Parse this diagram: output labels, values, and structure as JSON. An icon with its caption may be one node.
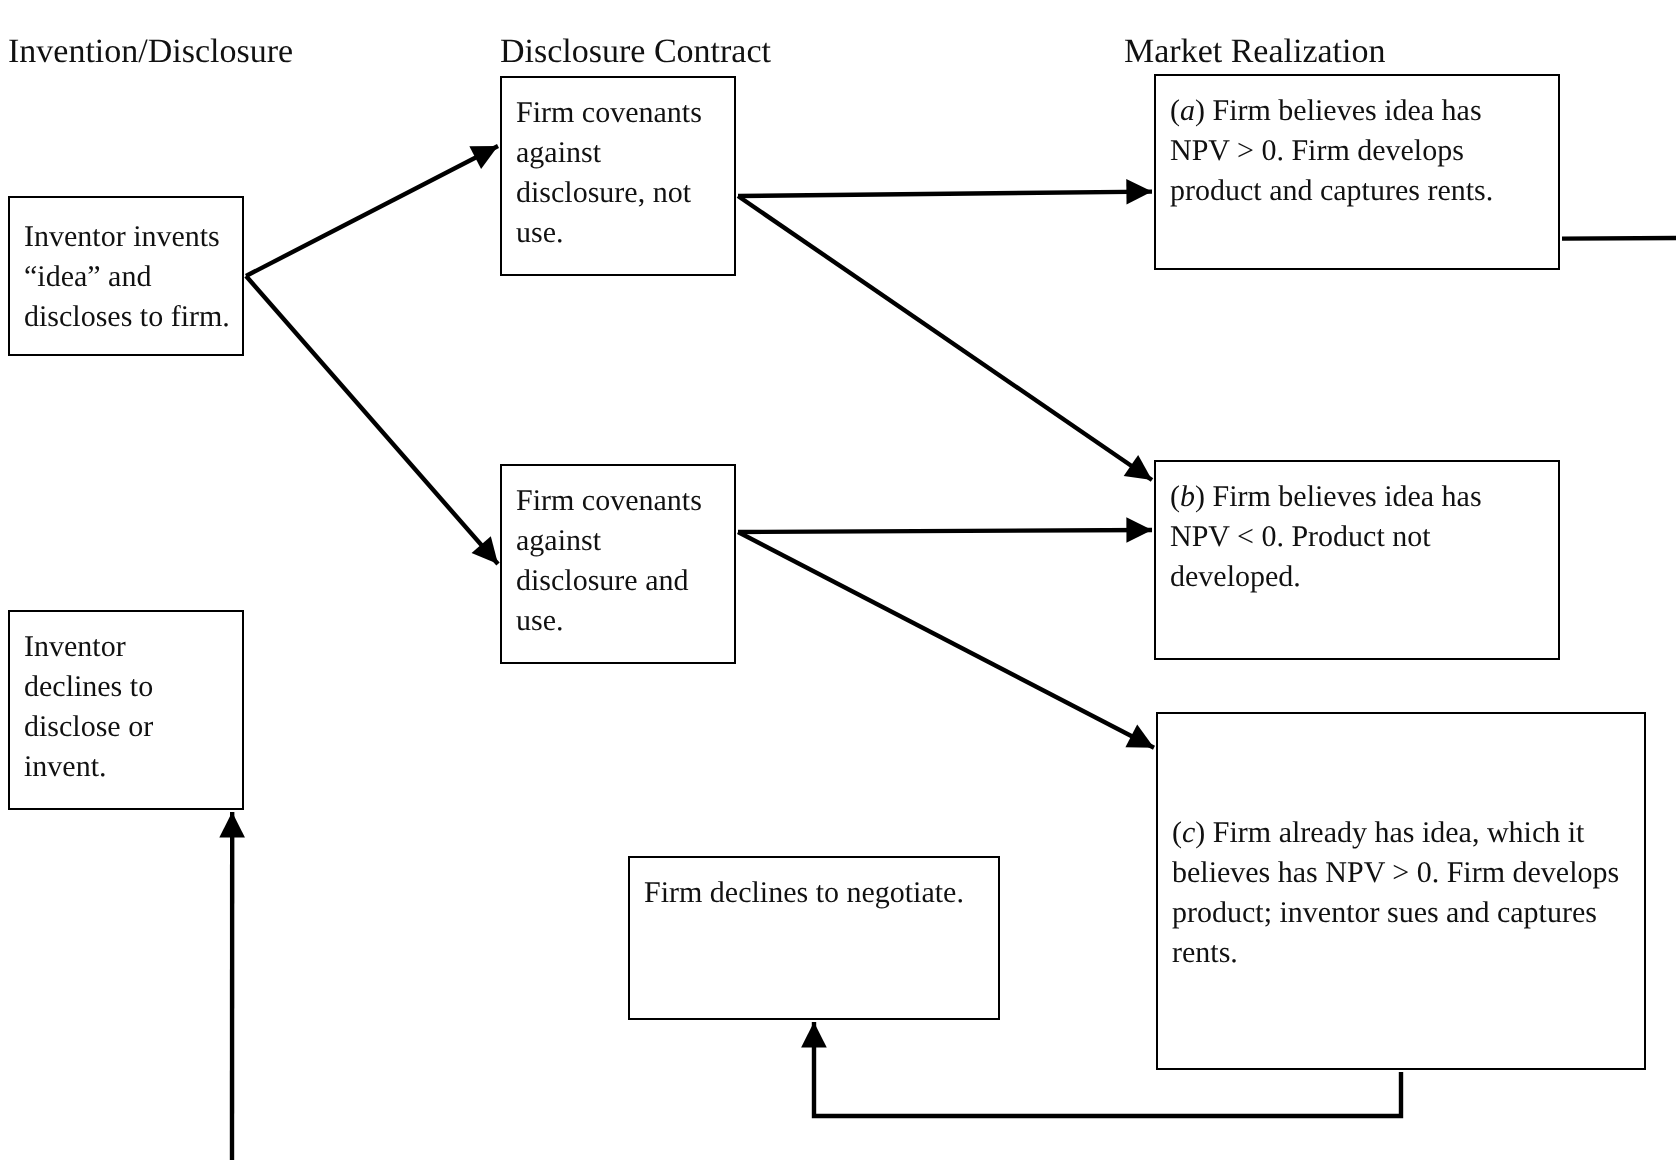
{
  "diagram": {
    "nodes": [
      {
        "text": [
          "Inventor invents “idea” and discloses to firm."
        ]
      },
      {
        "text": [
          "Inventor declines to disclose or invent."
        ]
      },
      {
        "text": [
          "Firm covenants against disclosure, not use."
        ]
      },
      {
        "text": [
          "Firm covenants against disclosure and use."
        ]
      },
      {
        "text": [
          "Firm declines to negotiate."
        ]
      },
      {
        "text": [
          "(*a*) Firm believes idea has NPV > 0.  Firm develops product and captures rents."
        ]
      },
      {
        "text": [
          "(*b*) Firm believes idea has NPV < 0.  Product not developed."
        ]
      },
      {
        "text": [
          "(*c*) Firm already has idea, which it believes has NPV > 0.  Firm develops product; inventor sues and captures rents."
        ]
      }
    ],
    "edges": [
      {
        "from": 0,
        "to": 2,
        "arrow": "to"
      },
      {
        "from": 0,
        "to": 3,
        "arrow": "to"
      },
      {
        "from": 2,
        "to": 5,
        "arrow": "to"
      },
      {
        "from": 2,
        "to": 6,
        "arrow": "to"
      },
      {
        "from": 3,
        "to": 6,
        "arrow": "to"
      },
      {
        "from": 3,
        "to": 7,
        "arrow": "to"
      },
      {
        "from": 7,
        "to": 4,
        "arrow": "to"
      },
      {
        "from": 5,
        "to": null,
        "arrow": "none"
      },
      {
        "from": null,
        "to": 1,
        "arrow": "to"
      }
    ],
    "labels": [
      "Invention/Disclosure",
      "Disclosure Contract",
      "Market Realization"
    ]
  }
}
